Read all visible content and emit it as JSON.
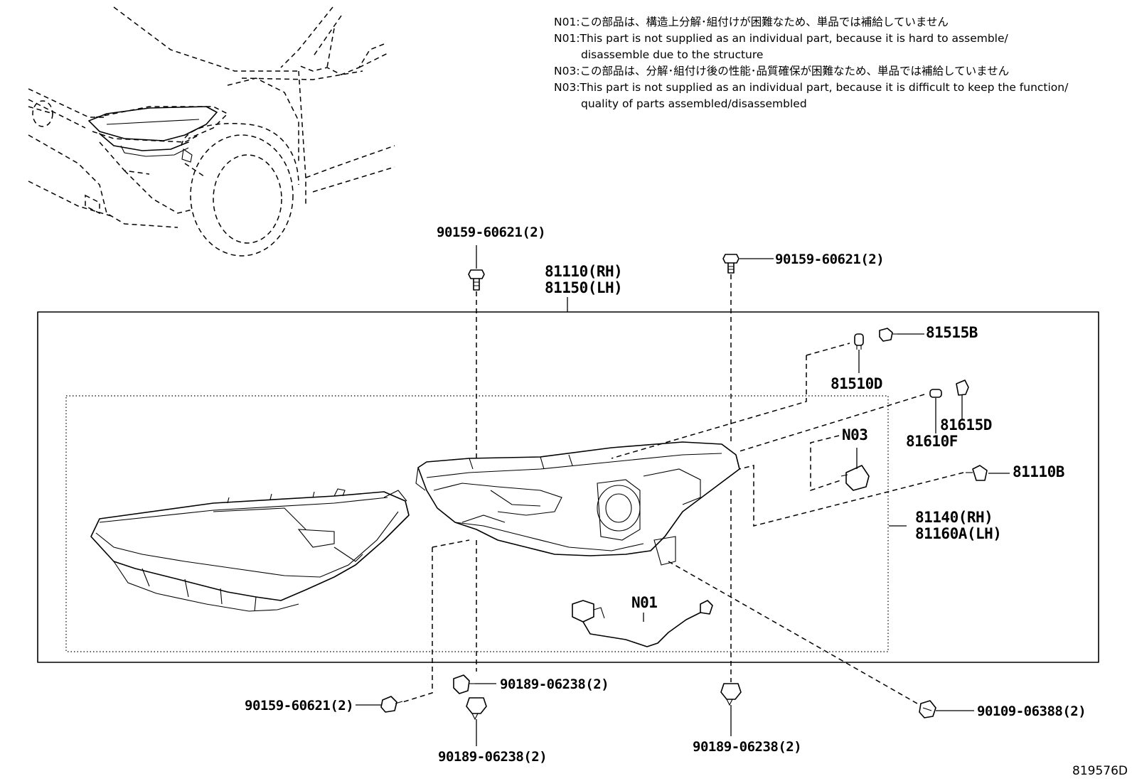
{
  "notes": [
    {
      "id": "n01-ja",
      "text": "N01:この部品は、構造上分解･組付けが困難なため、単品では補給していません"
    },
    {
      "id": "n01-en",
      "text": "N01:This part is not supplied as an individual part, because it is hard to assemble/"
    },
    {
      "id": "n01-en2",
      "text": "disassemble due to the structure"
    },
    {
      "id": "n03-ja",
      "text": "N03:この部品は、分解･組付け後の性能･品質確保が困難なため、単品では補給していません"
    },
    {
      "id": "n03-en",
      "text": "N03:This part is not supplied as an individual part, because it is difficult to keep the function/"
    },
    {
      "id": "n03-en2",
      "text": "quality of parts assembled/disassembled"
    }
  ],
  "labels": {
    "bolt_top_left": "90159-60621(2)",
    "bolt_top_right": "90159-60621(2)",
    "assy_rh": "81110(RH)",
    "assy_lh": "81150(LH)",
    "p81515B": "81515B",
    "p81510D": "81510D",
    "p81615D": "81615D",
    "p81610F": "81610F",
    "n03": "N03",
    "p81110B": "81110B",
    "housing_rh": "81140(RH)",
    "housing_lh": "81160A(LH)",
    "n01": "N01",
    "clip_mid": "90189-06238(2)",
    "bolt_bottom_left": "90159-60621(2)",
    "clip_bottom_left": "90189-06238(2)",
    "clip_bottom_right": "90189-06238(2)",
    "screw_bottom_right": "90109-06388(2)"
  },
  "illustration_code": "819576D"
}
